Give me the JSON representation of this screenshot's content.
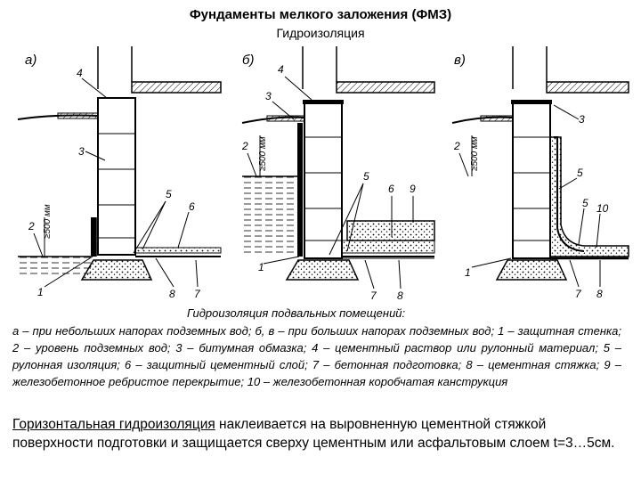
{
  "header": {
    "title": "Фундаменты мелкого заложения (ФМЗ)",
    "subtitle": "Гидроизоляция"
  },
  "diagram": {
    "panel_labels": [
      "а)",
      "б)",
      "в)"
    ],
    "panel_a": {
      "callouts": [
        "4",
        "3",
        "2",
        "5",
        "6",
        "1",
        "8",
        "7"
      ],
      "dimension": "≥500 мм"
    },
    "panel_b": {
      "callouts": [
        "4",
        "3",
        "2",
        "5",
        "6",
        "9",
        "1",
        "7",
        "8"
      ],
      "dimension": "≥500 мм"
    },
    "panel_c": {
      "callouts": [
        "3",
        "2",
        "5",
        "5",
        "10",
        "1",
        "7",
        "8"
      ],
      "dimension": "≥500 мм"
    }
  },
  "caption": {
    "heading": "Гидроизоляция подвальных помещений:",
    "text": "а – при небольших напорах подземных вод; б, в – при больших напорах подземных вод; 1 – защитная стенка; 2 – уровень подземных вод; 3 – битумная обмазка; 4 – цементный раствор или рулонный материал; 5 – рулонная изоляция; 6 – защитный цементный слой; 7 – бетонная подготовка; 8 – цементная стяжка; 9 – железобетонное ребристое перекрытие; 10 – железобетонная коробчатая канструкция"
  },
  "body": {
    "term": "Горизонтальная гидроизоляция",
    "text": " наклеивается на выровненную цементной стяжкой поверхности подготовки и защищается сверху цементным или асфальтовым слоем t=3…5см."
  }
}
